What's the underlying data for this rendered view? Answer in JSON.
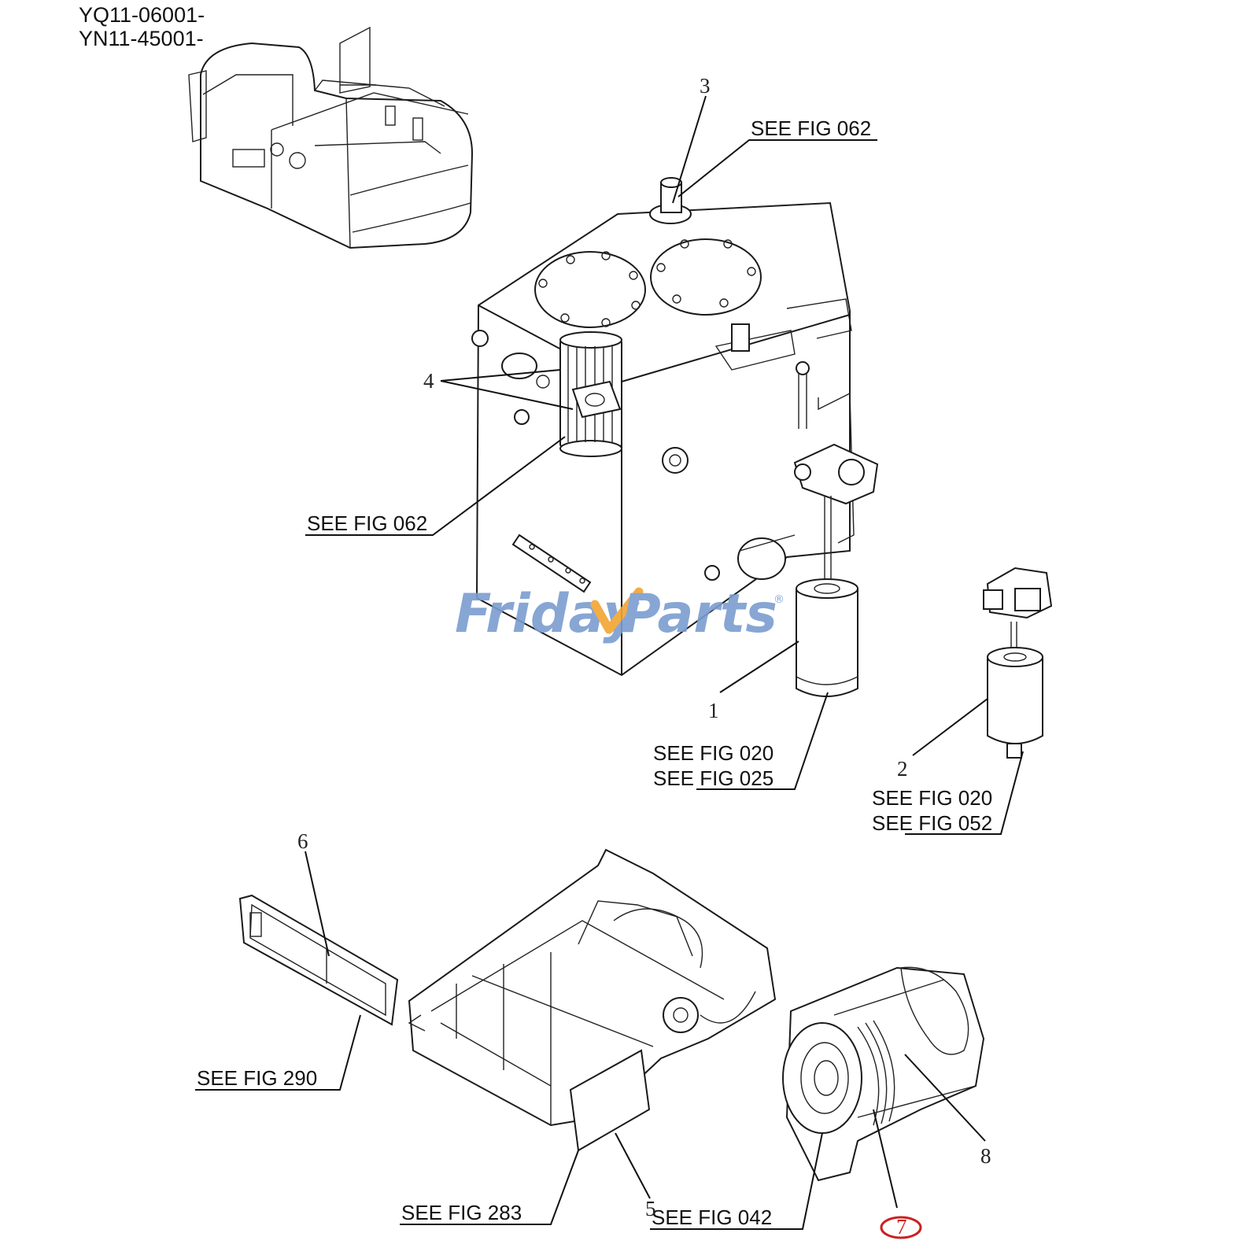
{
  "serials": [
    "YQ11-06001-",
    "YN11-45001-"
  ],
  "references": {
    "fig062_top": "SEE FIG 062",
    "fig062_left": "SEE FIG 062",
    "fig020_a": "SEE FIG 020",
    "fig025": "SEE FIG 025",
    "fig020_b": "SEE FIG 020",
    "fig052": "SEE FIG 052",
    "fig290": "SEE FIG 290",
    "fig283": "SEE FIG 283",
    "fig042": "SEE FIG 042"
  },
  "callouts": {
    "p1": "1",
    "p2": "2",
    "p3": "3",
    "p4": "4",
    "p5": "5",
    "p6": "6",
    "p7": "7",
    "p8": "8"
  },
  "highlight": {
    "callout": "7",
    "color": "#cc1f1f"
  },
  "watermark": {
    "left": "Friday",
    "right": "Parts",
    "mark": "®",
    "blue": "#7b9dd0",
    "orange": "#f2a531"
  }
}
